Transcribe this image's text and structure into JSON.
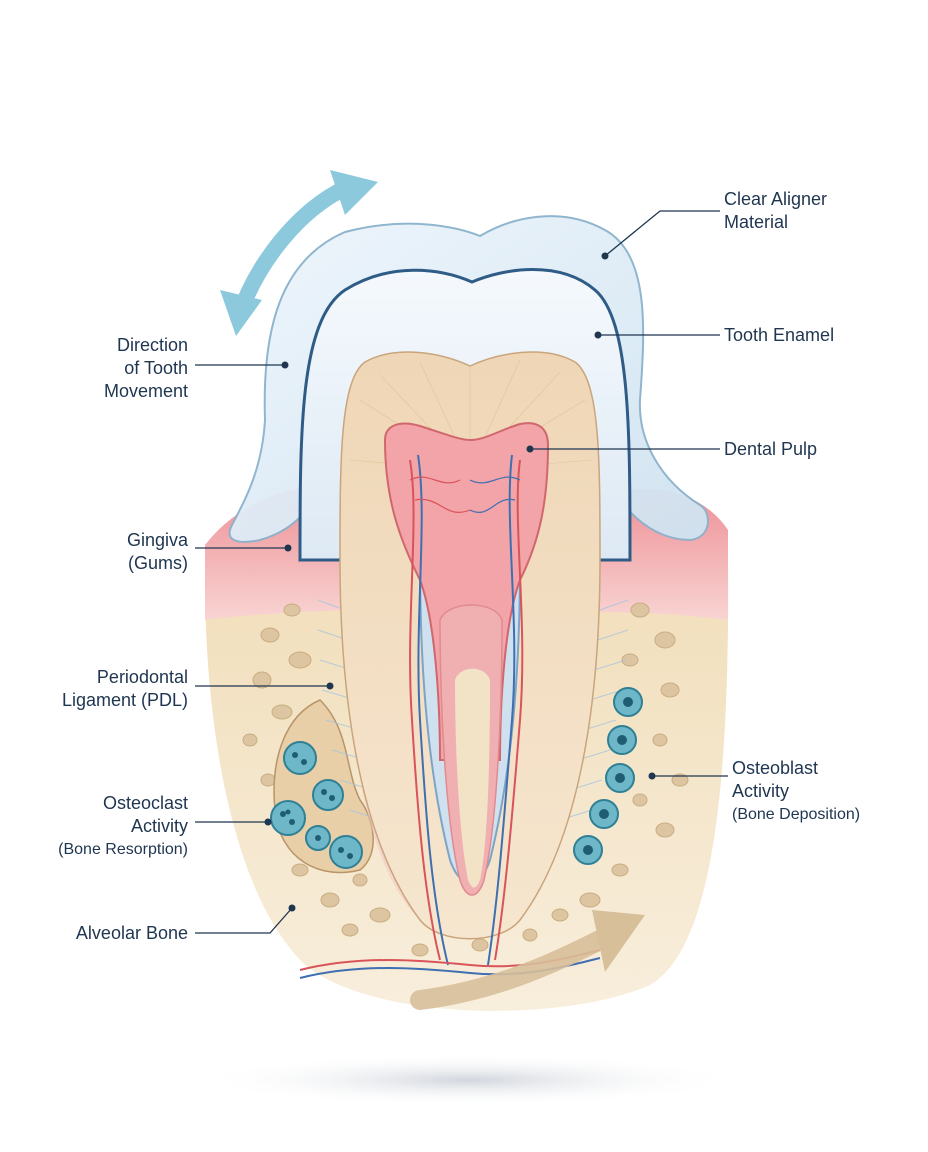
{
  "labels": {
    "clear_aligner": [
      "Clear Aligner",
      "Material"
    ],
    "tooth_enamel": [
      "Tooth Enamel"
    ],
    "dental_pulp": [
      "Dental Pulp"
    ],
    "direction": [
      "Direction",
      "of Tooth",
      "Movement"
    ],
    "gingiva": [
      "Gingiva",
      "(Gums)"
    ],
    "pdl": [
      "Periodontal",
      "Ligament (PDL)"
    ],
    "osteoclast": [
      "Osteoclast",
      "Activity",
      "(Bone Resorption)"
    ],
    "osteoblast": [
      "Osteoblast",
      "Activity",
      "(Bone Deposition)"
    ],
    "alveolar_bone": [
      "Alveolar Bone"
    ]
  },
  "colors": {
    "text": "#1f3550",
    "leader": "#1f3550",
    "aligner": "#dcebf6",
    "aligner_edge": "#7fa8c4",
    "enamel": "#eaf3fb",
    "dentin": "#f2dcc0",
    "pulp": "#f3a8ac",
    "gum": "#f3a4a8",
    "bone": "#f3e3c6",
    "bone_pore": "#dcc6a2",
    "cell": "#5bb0c2",
    "arrow_blue": "#8cc9dc",
    "arrow_tan": "#d7bf9a",
    "vessel_red": "#d9545a",
    "vessel_blue": "#3f6fb0"
  }
}
